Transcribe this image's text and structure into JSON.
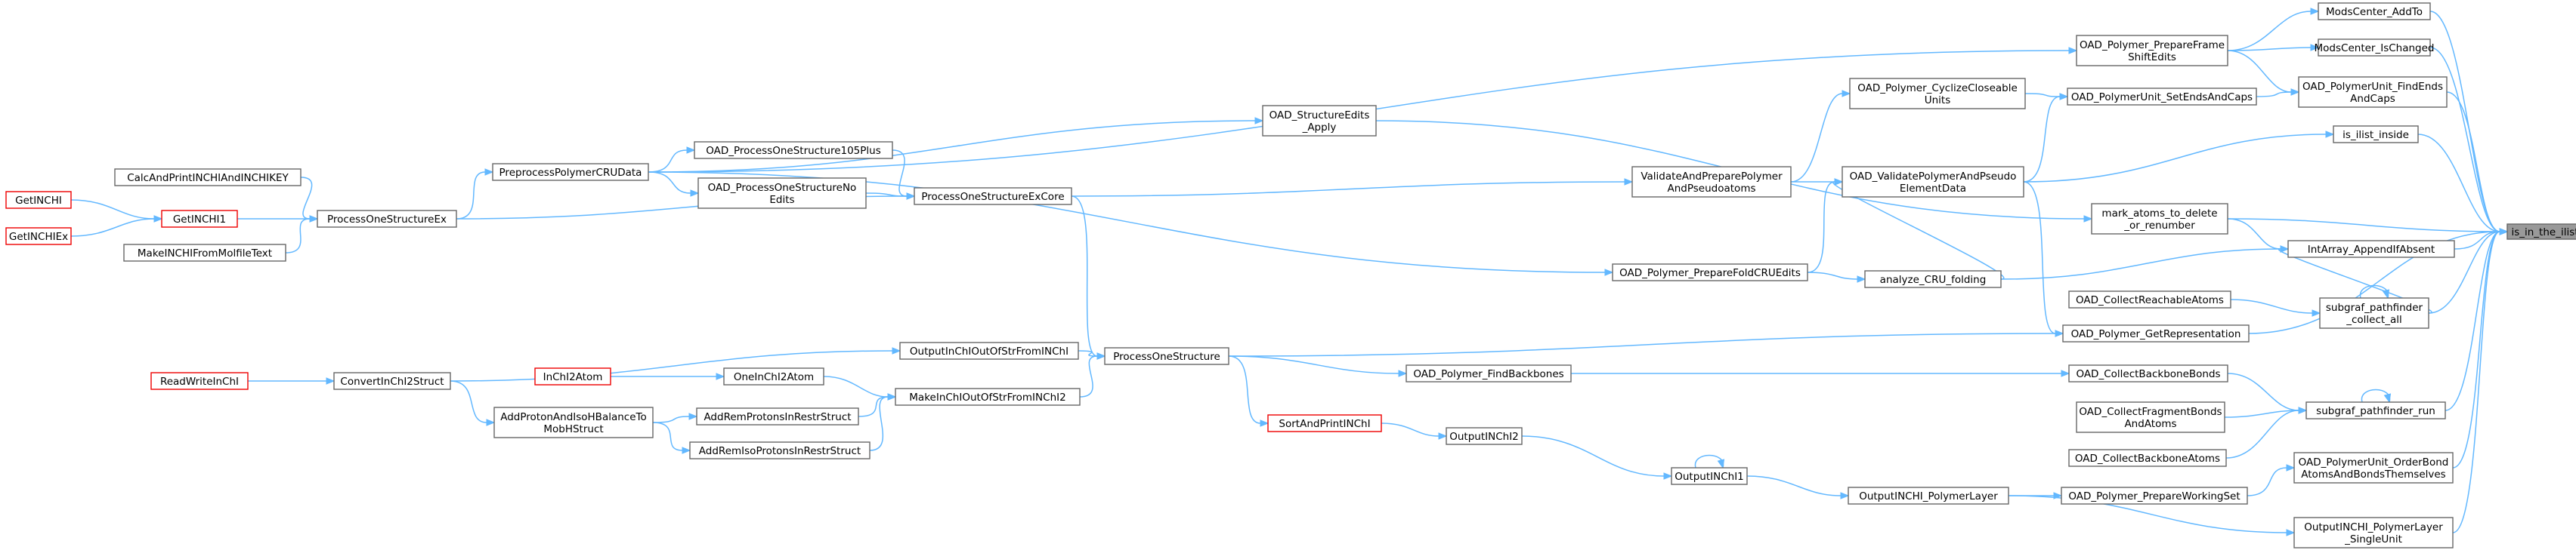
{
  "target": {
    "id": "is_in_the_ilist",
    "lines": [
      "is_in_the_ilist"
    ]
  },
  "nodes": [
    {
      "id": "ModsCenter_AddTo",
      "lines": [
        "ModsCenter_AddTo"
      ]
    },
    {
      "id": "ModsCenter_IsChanged",
      "lines": [
        "ModsCenter_IsChanged"
      ]
    },
    {
      "id": "OAD_PolymerUnit_FindEndsAndCaps",
      "lines": [
        "OAD_PolymerUnit_FindEnds",
        "AndCaps"
      ]
    },
    {
      "id": "is_ilist_inside",
      "lines": [
        "is_ilist_inside"
      ]
    },
    {
      "id": "IntArray_AppendIfAbsent",
      "lines": [
        "IntArray_AppendIfAbsent"
      ]
    },
    {
      "id": "subgraf_pathfinder_collect_all",
      "lines": [
        "subgraf_pathfinder",
        "_collect_all"
      ]
    },
    {
      "id": "subgraf_pathfinder_run",
      "lines": [
        "subgraf_pathfinder_run"
      ]
    },
    {
      "id": "OAD_PolymerUnit_OrderBondAtomsAndBondsThemselves",
      "lines": [
        "OAD_PolymerUnit_OrderBond",
        "AtomsAndBondsThemselves"
      ]
    },
    {
      "id": "OutputINCHI_PolymerLayer_SingleUnit",
      "lines": [
        "OutputINCHI_PolymerLayer",
        "_SingleUnit"
      ]
    },
    {
      "id": "OAD_Polymer_PrepareFrameShiftEdits",
      "lines": [
        "OAD_Polymer_PrepareFrame",
        "ShiftEdits"
      ]
    },
    {
      "id": "OAD_PolymerUnit_SetEndsAndCaps",
      "lines": [
        "OAD_PolymerUnit_SetEndsAndCaps"
      ]
    },
    {
      "id": "OAD_ValidatePolymerAndPseudoElementData",
      "lines": [
        "OAD_ValidatePolymerAndPseudo",
        "ElementData"
      ]
    },
    {
      "id": "mark_atoms_to_delete_or_renumber",
      "lines": [
        "mark_atoms_to_delete",
        "_or_renumber"
      ]
    },
    {
      "id": "analyze_CRU_folding",
      "lines": [
        "analyze_CRU_folding"
      ]
    },
    {
      "id": "OAD_CollectReachableAtoms",
      "lines": [
        "OAD_CollectReachableAtoms"
      ]
    },
    {
      "id": "OAD_Polymer_GetRepresentation",
      "lines": [
        "OAD_Polymer_GetRepresentation"
      ]
    },
    {
      "id": "OAD_CollectBackboneBonds",
      "lines": [
        "OAD_CollectBackboneBonds"
      ]
    },
    {
      "id": "OAD_CollectFragmentBondsAndAtoms",
      "lines": [
        "OAD_CollectFragmentBonds",
        "AndAtoms"
      ]
    },
    {
      "id": "OAD_CollectBackboneAtoms",
      "lines": [
        "OAD_CollectBackboneAtoms"
      ]
    },
    {
      "id": "OAD_Polymer_PrepareWorkingSet",
      "lines": [
        "OAD_Polymer_PrepareWorkingSet"
      ]
    },
    {
      "id": "OAD_Polymer_CyclizeCloseableUnits",
      "lines": [
        "OAD_Polymer_CyclizeCloseable",
        "Units"
      ]
    },
    {
      "id": "ValidateAndPreparePolymerAndPseudoatoms",
      "lines": [
        "ValidateAndPreparePolymer",
        "AndPseudoatoms"
      ]
    },
    {
      "id": "OAD_Polymer_PrepareFoldCRUEdits",
      "lines": [
        "OAD_Polymer_PrepareFoldCRUEdits"
      ]
    },
    {
      "id": "OutputINCHI_PolymerLayer",
      "lines": [
        "OutputINCHI_PolymerLayer"
      ]
    },
    {
      "id": "OAD_StructureEdits_Apply",
      "lines": [
        "OAD_StructureEdits",
        "_Apply"
      ]
    },
    {
      "id": "OAD_Polymer_FindBackbones",
      "lines": [
        "OAD_Polymer_FindBackbones"
      ]
    },
    {
      "id": "OutputINChI1",
      "lines": [
        "OutputINChI1"
      ]
    },
    {
      "id": "OutputINChI2",
      "lines": [
        "OutputINChI2"
      ]
    },
    {
      "id": "SortAndPrintINChI",
      "lines": [
        "SortAndPrintINChI"
      ],
      "red": true
    },
    {
      "id": "ProcessOneStructure",
      "lines": [
        "ProcessOneStructure"
      ]
    },
    {
      "id": "ProcessOneStructureExCore",
      "lines": [
        "ProcessOneStructureExCore"
      ]
    },
    {
      "id": "OutputInChIOutOfStrFromINChI",
      "lines": [
        "OutputInChIOutOfStrFromINChI"
      ]
    },
    {
      "id": "MakeInChIOutOfStrFromINChI2",
      "lines": [
        "MakeInChIOutOfStrFromINChI2"
      ]
    },
    {
      "id": "OAD_ProcessOneStructure105Plus",
      "lines": [
        "OAD_ProcessOneStructure105Plus"
      ]
    },
    {
      "id": "OAD_ProcessOneStructureNoEdits",
      "lines": [
        "OAD_ProcessOneStructureNo",
        "Edits"
      ]
    },
    {
      "id": "OneInChI2Atom",
      "lines": [
        "OneInChI2Atom"
      ]
    },
    {
      "id": "AddRemProtonsInRestrStruct",
      "lines": [
        "AddRemProtonsInRestrStruct"
      ]
    },
    {
      "id": "AddRemIsoProtonsInRestrStruct",
      "lines": [
        "AddRemIsoProtonsInRestrStruct"
      ]
    },
    {
      "id": "PreprocessPolymerCRUData",
      "lines": [
        "PreprocessPolymerCRUData"
      ]
    },
    {
      "id": "InChI2Atom",
      "lines": [
        "InChI2Atom"
      ],
      "red": true
    },
    {
      "id": "ConvertInChI2Struct",
      "lines": [
        "ConvertInChI2Struct"
      ]
    },
    {
      "id": "AddProtonAndIsoHBalanceToMobHStruct",
      "lines": [
        "AddProtonAndIsoHBalanceTo",
        "MobHStruct"
      ]
    },
    {
      "id": "ProcessOneStructureEx",
      "lines": [
        "ProcessOneStructureEx"
      ]
    },
    {
      "id": "CalcAndPrintINCHIAndINCHIKEY",
      "lines": [
        "CalcAndPrintINCHIAndINCHIKEY"
      ]
    },
    {
      "id": "GetINCHI1",
      "lines": [
        "GetINCHI1"
      ],
      "red": true
    },
    {
      "id": "MakeINCHIFromMolfileText",
      "lines": [
        "MakeINCHIFromMolfileText"
      ]
    },
    {
      "id": "ReadWriteInChI",
      "lines": [
        "ReadWriteInChI"
      ],
      "red": true
    },
    {
      "id": "GetINCHI",
      "lines": [
        "GetINCHI"
      ],
      "red": true
    },
    {
      "id": "GetINCHIEx",
      "lines": [
        "GetINCHIEx"
      ],
      "red": true
    }
  ],
  "edges": [
    [
      "ModsCenter_AddTo",
      "is_in_the_ilist"
    ],
    [
      "ModsCenter_IsChanged",
      "is_in_the_ilist"
    ],
    [
      "OAD_PolymerUnit_FindEndsAndCaps",
      "is_in_the_ilist"
    ],
    [
      "is_ilist_inside",
      "is_in_the_ilist"
    ],
    [
      "IntArray_AppendIfAbsent",
      "is_in_the_ilist"
    ],
    [
      "subgraf_pathfinder_collect_all",
      "is_in_the_ilist"
    ],
    [
      "subgraf_pathfinder_run",
      "is_in_the_ilist"
    ],
    [
      "OAD_PolymerUnit_OrderBondAtomsAndBondsThemselves",
      "is_in_the_ilist"
    ],
    [
      "OutputINCHI_PolymerLayer_SingleUnit",
      "is_in_the_ilist"
    ],
    [
      "mark_atoms_to_delete_or_renumber",
      "is_in_the_ilist"
    ],
    [
      "OAD_Polymer_GetRepresentation",
      "is_in_the_ilist"
    ],
    [
      "OAD_Polymer_PrepareFrameShiftEdits",
      "ModsCenter_AddTo"
    ],
    [
      "OAD_Polymer_PrepareFrameShiftEdits",
      "ModsCenter_IsChanged"
    ],
    [
      "OAD_Polymer_PrepareFrameShiftEdits",
      "OAD_PolymerUnit_FindEndsAndCaps"
    ],
    [
      "OAD_PolymerUnit_SetEndsAndCaps",
      "OAD_PolymerUnit_FindEndsAndCaps"
    ],
    [
      "OAD_ValidatePolymerAndPseudoElementData",
      "is_ilist_inside"
    ],
    [
      "mark_atoms_to_delete_or_renumber",
      "IntArray_AppendIfAbsent"
    ],
    [
      "analyze_CRU_folding",
      "IntArray_AppendIfAbsent"
    ],
    [
      "subgraf_pathfinder_collect_all",
      "IntArray_AppendIfAbsent"
    ],
    [
      "subgraf_pathfinder_collect_all",
      "subgraf_pathfinder_collect_all"
    ],
    [
      "OAD_CollectReachableAtoms",
      "subgraf_pathfinder_collect_all"
    ],
    [
      "subgraf_pathfinder_run",
      "subgraf_pathfinder_run"
    ],
    [
      "OAD_CollectBackboneBonds",
      "subgraf_pathfinder_run"
    ],
    [
      "OAD_CollectFragmentBondsAndAtoms",
      "subgraf_pathfinder_run"
    ],
    [
      "OAD_CollectBackboneAtoms",
      "subgraf_pathfinder_run"
    ],
    [
      "OAD_Polymer_PrepareWorkingSet",
      "OAD_PolymerUnit_OrderBondAtomsAndBondsThemselves"
    ],
    [
      "OutputINCHI_PolymerLayer",
      "OutputINCHI_PolymerLayer_SingleUnit"
    ],
    [
      "OAD_ValidatePolymerAndPseudoElementData",
      "OAD_PolymerUnit_SetEndsAndCaps"
    ],
    [
      "OAD_Polymer_CyclizeCloseableUnits",
      "OAD_PolymerUnit_SetEndsAndCaps"
    ],
    [
      "ValidateAndPreparePolymerAndPseudoatoms",
      "OAD_ValidatePolymerAndPseudoElementData"
    ],
    [
      "ValidateAndPreparePolymerAndPseudoatoms",
      "OAD_Polymer_CyclizeCloseableUnits"
    ],
    [
      "OAD_Polymer_PrepareFoldCRUEdits",
      "OAD_ValidatePolymerAndPseudoElementData"
    ],
    [
      "OAD_StructureEdits_Apply",
      "mark_atoms_to_delete_or_renumber"
    ],
    [
      "OAD_Polymer_PrepareFoldCRUEdits",
      "analyze_CRU_folding"
    ],
    [
      "OAD_ValidatePolymerAndPseudoElementData",
      "OAD_Polymer_GetRepresentation"
    ],
    [
      "analyze_CRU_folding",
      "OAD_ValidatePolymerAndPseudoElementData"
    ],
    [
      "OAD_Polymer_FindBackbones",
      "OAD_CollectBackboneBonds"
    ],
    [
      "OutputINCHI_PolymerLayer",
      "OAD_Polymer_PrepareWorkingSet"
    ],
    [
      "OutputINChI1",
      "OutputINCHI_PolymerLayer"
    ],
    [
      "OutputINChI1",
      "OutputINChI1"
    ],
    [
      "OutputINChI2",
      "OutputINChI1"
    ],
    [
      "SortAndPrintINChI",
      "OutputINChI2"
    ],
    [
      "ProcessOneStructure",
      "SortAndPrintINChI"
    ],
    [
      "ProcessOneStructure",
      "OAD_Polymer_FindBackbones"
    ],
    [
      "ProcessOneStructure",
      "OAD_Polymer_GetRepresentation"
    ],
    [
      "ProcessOneStructureExCore",
      "ProcessOneStructure"
    ],
    [
      "ProcessOneStructureExCore",
      "ValidateAndPreparePolymerAndPseudoatoms"
    ],
    [
      "OutputInChIOutOfStrFromINChI",
      "ProcessOneStructure"
    ],
    [
      "MakeInChIOutOfStrFromINChI2",
      "ProcessOneStructure"
    ],
    [
      "OAD_ProcessOneStructure105Plus",
      "ProcessOneStructureExCore"
    ],
    [
      "OAD_ProcessOneStructureNoEdits",
      "ProcessOneStructureExCore"
    ],
    [
      "OneInChI2Atom",
      "MakeInChIOutOfStrFromINChI2"
    ],
    [
      "AddRemProtonsInRestrStruct",
      "MakeInChIOutOfStrFromINChI2"
    ],
    [
      "AddRemIsoProtonsInRestrStruct",
      "MakeInChIOutOfStrFromINChI2"
    ],
    [
      "PreprocessPolymerCRUData",
      "OAD_ProcessOneStructure105Plus"
    ],
    [
      "PreprocessPolymerCRUData",
      "OAD_ProcessOneStructureNoEdits"
    ],
    [
      "PreprocessPolymerCRUData",
      "OAD_StructureEdits_Apply"
    ],
    [
      "PreprocessPolymerCRUData",
      "OAD_Polymer_PrepareFrameShiftEdits"
    ],
    [
      "PreprocessPolymerCRUData",
      "OAD_Polymer_PrepareFoldCRUEdits"
    ],
    [
      "InChI2Atom",
      "OneInChI2Atom"
    ],
    [
      "ConvertInChI2Struct",
      "OutputInChIOutOfStrFromINChI"
    ],
    [
      "ConvertInChI2Struct",
      "AddProtonAndIsoHBalanceToMobHStruct"
    ],
    [
      "AddProtonAndIsoHBalanceToMobHStruct",
      "AddRemProtonsInRestrStruct"
    ],
    [
      "AddProtonAndIsoHBalanceToMobHStruct",
      "AddRemIsoProtonsInRestrStruct"
    ],
    [
      "ProcessOneStructureEx",
      "PreprocessPolymerCRUData"
    ],
    [
      "ProcessOneStructureEx",
      "ProcessOneStructureExCore"
    ],
    [
      "CalcAndPrintINCHIAndINCHIKEY",
      "ProcessOneStructureEx"
    ],
    [
      "GetINCHI1",
      "ProcessOneStructureEx"
    ],
    [
      "MakeINCHIFromMolfileText",
      "ProcessOneStructureEx"
    ],
    [
      "ReadWriteInChI",
      "ConvertInChI2Struct"
    ],
    [
      "GetINCHI",
      "GetINCHI1"
    ],
    [
      "GetINCHIEx",
      "GetINCHI1"
    ]
  ],
  "colors": {
    "edge": "#63b8ff",
    "node_border": "#666666",
    "caller_border_red": "#ee0000",
    "target_fill": "#999999"
  }
}
